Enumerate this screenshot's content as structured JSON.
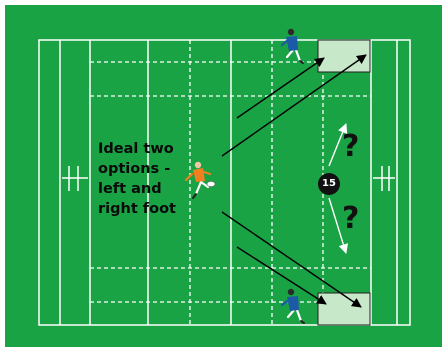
{
  "diagram": {
    "caption_lines": [
      "Ideal two",
      "options -",
      "left and",
      "right foot"
    ],
    "question_marks": [
      "?",
      "?"
    ],
    "fullback_number": "15",
    "colors": {
      "pitch": "#1aa344",
      "lines": "#ffffff",
      "target_box": "#c7e8c9",
      "arrows": "#000000",
      "kicker_shirt": "#f07f1f",
      "chaser_shirt": "#1c5aa6"
    }
  }
}
